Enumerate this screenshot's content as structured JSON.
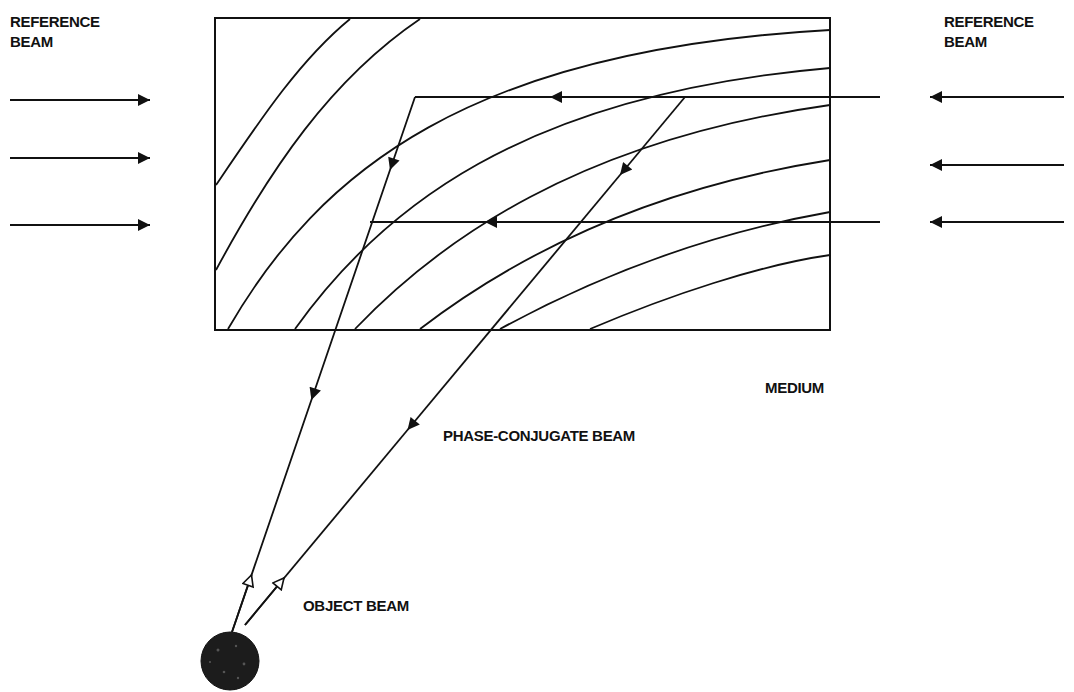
{
  "diagram": {
    "labels": [
      "REFERENCE BEAM",
      "REFERENCE BEAM",
      "MEDIUM",
      "PHASE-CONJUGATE BEAM",
      "OBJECT BEAM"
    ]
  }
}
